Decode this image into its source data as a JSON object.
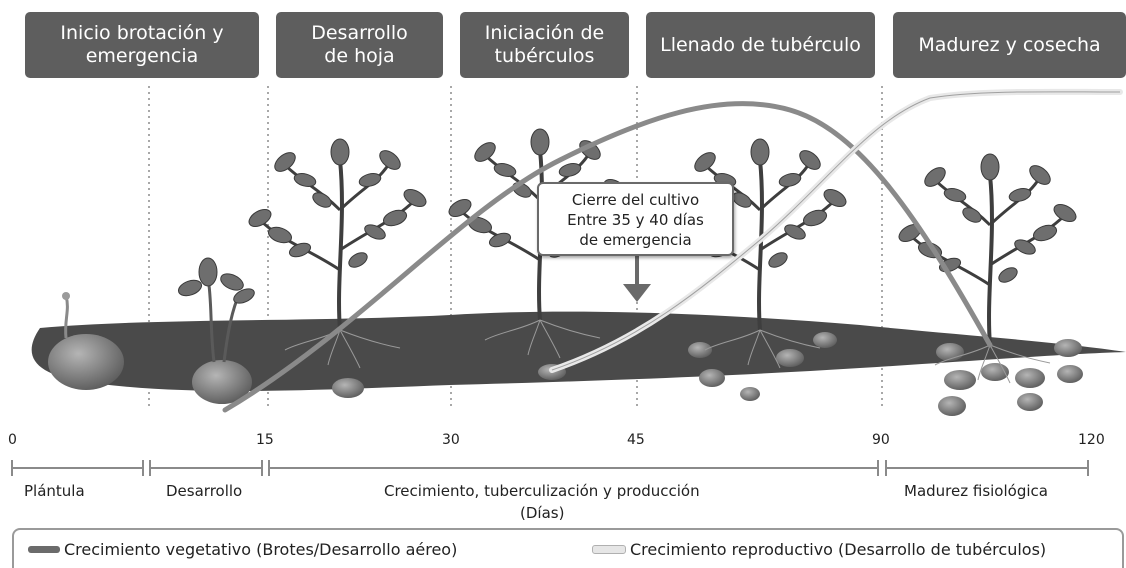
{
  "stages": [
    {
      "line1": "Inicio brotación y",
      "line2": "emergencia"
    },
    {
      "line1": "Desarrollo",
      "line2": "de hoja"
    },
    {
      "line1": "Iniciación de",
      "line2": "tubérculos"
    },
    {
      "line1": "Llenado de tubérculo",
      "line2": ""
    },
    {
      "line1": "Madurez y cosecha",
      "line2": ""
    }
  ],
  "callout": {
    "line1": "Cierre del cultivo",
    "line2": "Entre 35 y 40 días",
    "line3": "de emergencia"
  },
  "axis_ticks": [
    "0",
    "15",
    "30",
    "45",
    "90",
    "120"
  ],
  "phases": {
    "plantula": "Plántula",
    "desarrollo": "Desarrollo",
    "crecimiento": "Crecimiento, tuberculización y producción",
    "unit": "(Días)",
    "madurez": "Madurez fisiológica"
  },
  "legend": {
    "vegetative": "Crecimiento vegetativo (Brotes/Desarrollo aéreo)",
    "reproductive": "Crecimiento reproductivo (Desarrollo de tubérculos)"
  },
  "colors": {
    "stage_box": "#5e5e5e",
    "ground": "#4a4a4a",
    "vegetative_swatch": "#6b6b6b",
    "reproductive_swatch": "#e6e6e6"
  }
}
